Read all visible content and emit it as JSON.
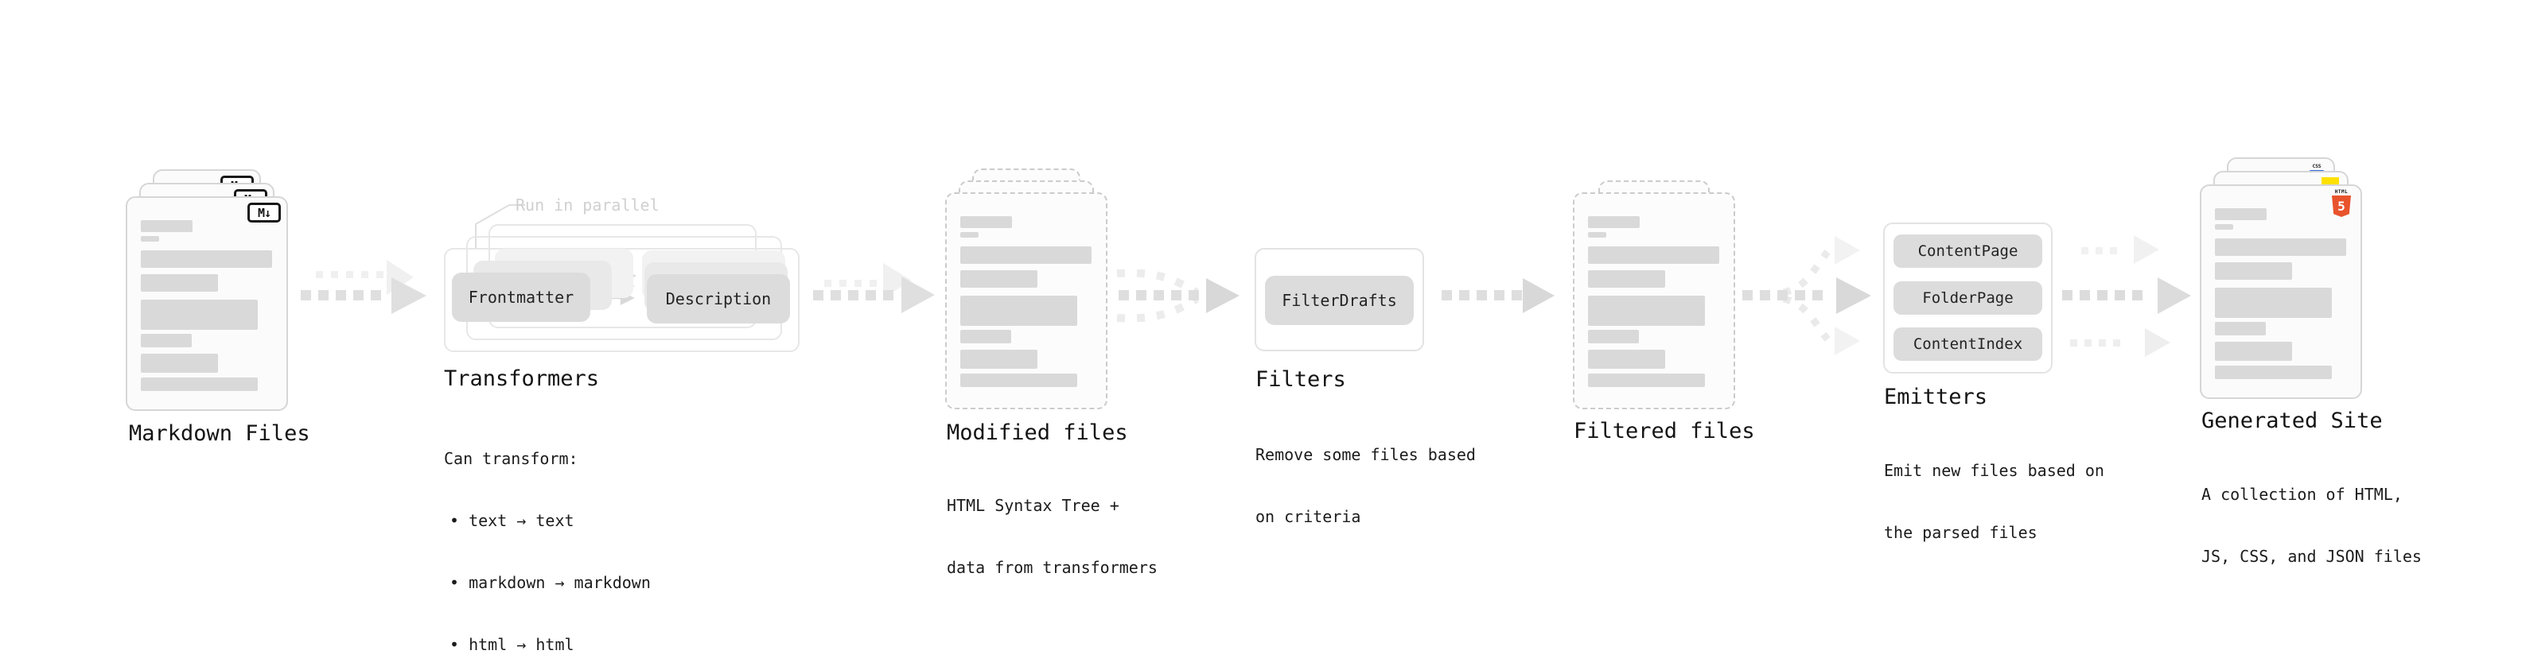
{
  "stages": [
    {
      "id": "markdown-files",
      "label": "Markdown Files",
      "badge": "M↓"
    },
    {
      "id": "transformers",
      "label": "Transformers",
      "annotation": "Run in parallel",
      "buttons": [
        "Frontmatter",
        "Description"
      ],
      "sublabel_lines": [
        "Can transform:",
        "• text → text",
        "• markdown → markdown",
        "• html → html"
      ]
    },
    {
      "id": "modified-files",
      "label": "Modified files",
      "sublabel_lines": [
        "HTML Syntax Tree +",
        "data from transformers"
      ]
    },
    {
      "id": "filters",
      "label": "Filters",
      "buttons": [
        "FilterDrafts"
      ],
      "sublabel_lines": [
        "Remove some files based",
        "on criteria"
      ]
    },
    {
      "id": "filtered-files",
      "label": "Filtered files"
    },
    {
      "id": "emitters",
      "label": "Emitters",
      "buttons": [
        "ContentPage",
        "FolderPage",
        "ContentIndex"
      ],
      "sublabel_lines": [
        "Emit new files based on",
        "the parsed files"
      ]
    },
    {
      "id": "generated-site",
      "label": "Generated Site",
      "badges": {
        "css": "CSS",
        "html_word": "HTML",
        "html_number": "5"
      },
      "sublabel_lines": [
        "A collection of HTML,",
        "JS, CSS, and JSON files"
      ]
    }
  ],
  "colors": {
    "html5_orange": "#e8532c",
    "css_blue": "#2d6ae0",
    "js_yellow": "#ffe000",
    "placeholder_bar_gray": "#d9d9d9",
    "arrow_gray": "#dedede",
    "arrow_head_gray": "#d6d6d6",
    "annotation_gray": "#d0d0d0",
    "text_dark": "#1a1a1a"
  }
}
